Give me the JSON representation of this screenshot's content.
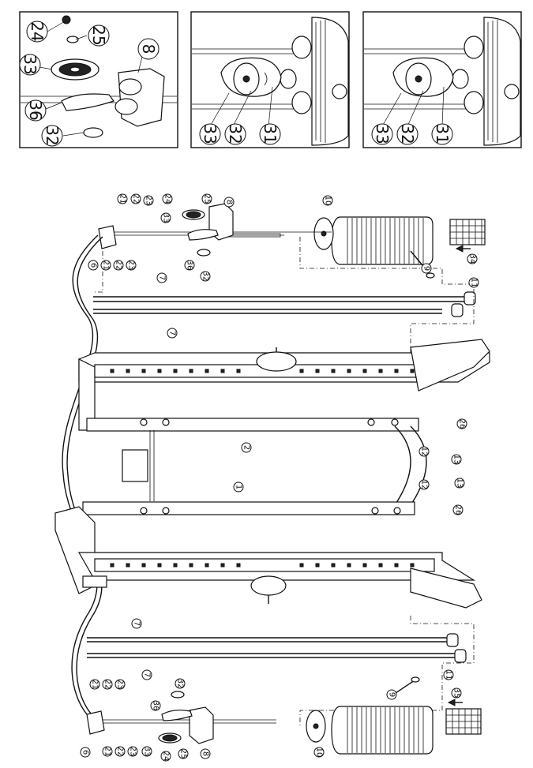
{
  "insets": [
    {
      "id": "inset-1",
      "callouts": [
        "24",
        "25",
        "33",
        "8",
        "36",
        "32"
      ]
    },
    {
      "id": "inset-2",
      "callouts": [
        "33",
        "32",
        "31"
      ]
    },
    {
      "id": "inset-3",
      "callouts": [
        "33",
        "32",
        "31"
      ]
    }
  ],
  "callouts": {
    "c24": "24",
    "c25": "25",
    "c33": "33",
    "c8": "8",
    "c36": "36",
    "c32": "32",
    "c31": "31",
    "c9": "9",
    "c10": "10",
    "c1": "1",
    "c2": "2",
    "c7": "7",
    "c6": "6",
    "c21": "21",
    "c22": "22",
    "c23": "23",
    "c26": "26",
    "c34": "34",
    "c35": "35",
    "c11": "11",
    "c12": "12",
    "c13": "13"
  }
}
